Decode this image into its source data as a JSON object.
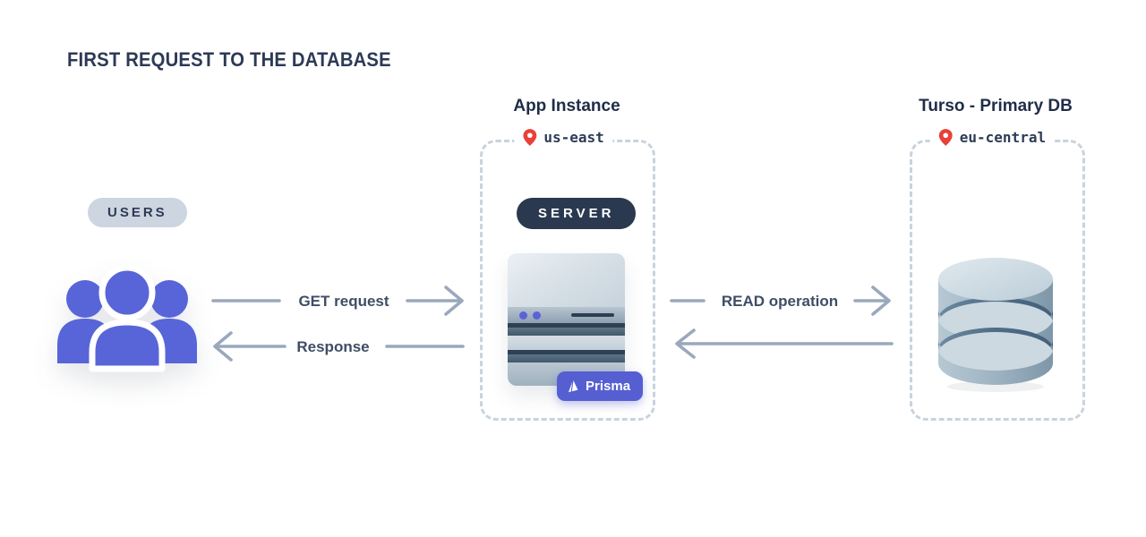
{
  "title": "FIRST REQUEST TO THE DATABASE",
  "users": {
    "badge": "USERS",
    "icon": "users-group-icon",
    "icon_color": "#5865d8"
  },
  "app": {
    "title": "App Instance",
    "region": "us-east",
    "pin_icon": "location-pin-icon",
    "server_badge": "SERVER",
    "server_icon": "server-stack-icon",
    "prisma_label": "Prisma",
    "prisma_icon": "prisma-logo-icon"
  },
  "db": {
    "title": "Turso - Primary DB",
    "region": "eu-central",
    "pin_icon": "location-pin-icon",
    "db_icon": "database-cylinder-icon"
  },
  "flows": {
    "get_request": "GET request",
    "response": "Response",
    "read_operation": "READ operation"
  },
  "colors": {
    "title_text": "#2d3a55",
    "header_text": "#1f2d48",
    "arrow": "#9aa8bd",
    "flow_label": "#3f4d66",
    "pin_red": "#e8413a",
    "prisma_indigo": "#565fd1",
    "users_blue": "#5865d8",
    "dark_badge_bg": "#2b3950",
    "light_badge_bg": "#ccd5e0",
    "dashed_border": "#c9d3de"
  }
}
